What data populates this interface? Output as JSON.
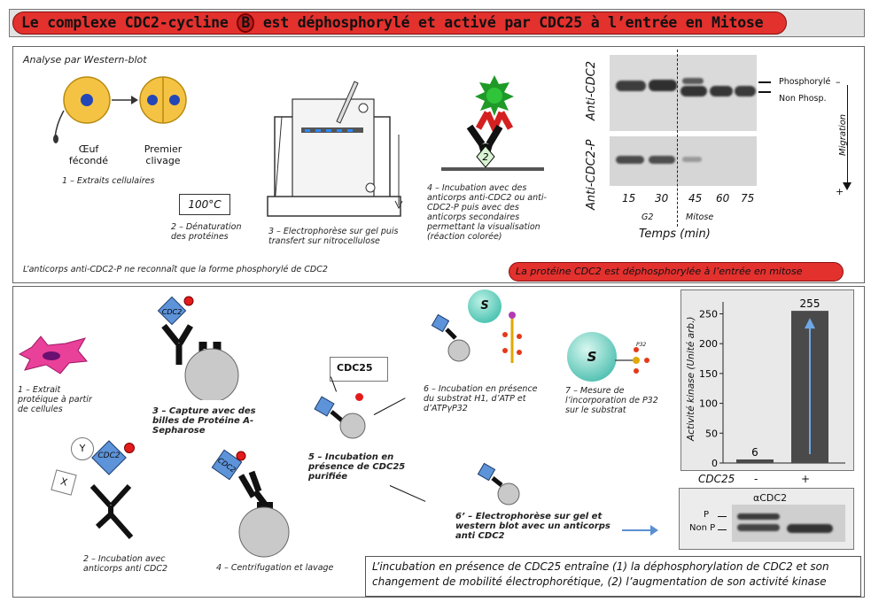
{
  "title": "Le complexe CDC2-cycline B est déphosphorylé et activé par CDC25 à l’entrée en Mitose",
  "top_panel": {
    "method_label": "Analyse par Western-blot",
    "egg_label": "Œuf fécondé",
    "cleavage_label": "Premier clivage",
    "step1": "1 – Extraits cellulaires",
    "temp_box": "100°C",
    "step2": "2 – Dénaturation des protéines",
    "step3": "3 – Electrophorèse sur gel puis transfert sur nitrocellulose",
    "step4": "4 – Incubation avec des anticorps anti-CDC2 ou anti-CDC2-P puis avec des anticorps secondaires permettant la visualisation (réaction colorée)",
    "antibody_note": "L’anticorps anti-CDC2-P ne reconnaît que la forme phosphorylé de CDC2",
    "conclusion": "La protéine CDC2 est déphosphorylée à l’entrée en mitose",
    "blot": {
      "row1_label": "Anti-CDC2",
      "row2_label": "Anti-CDC2-P",
      "band_phospho": "Phosphorylé",
      "band_nonphospho": "Non Phosp.",
      "migration": "Migration",
      "minus_sign": "–",
      "plus_sign": "+",
      "times": [
        "15",
        "30",
        "45",
        "60",
        "75"
      ],
      "phase_g2": "G2",
      "phase_mitose": "Mitose",
      "xlabel": "Temps (min)"
    }
  },
  "bottom_panel": {
    "step1": "1 – Extrait protéique à partir de cellules",
    "label_y": "Y",
    "label_x": "X",
    "label_cdc2": "CDC2",
    "step2": "2 – Incubation avec anticorps anti CDC2",
    "step3": "3 – Capture avec des billes de Protéine A-Sepharose",
    "step4": "4 – Centrifugation et lavage",
    "cdc25_label": "CDC25",
    "step5": "5 – Incubation en présence de CDC25 purifiée",
    "substrate": "S",
    "p32": "P32",
    "step6": "6 – Incubation en présence du substrat H1, d’ATP et d’ATPγP32",
    "step7": "7 – Mesure de l’incorporation de P32 sur le substrat",
    "step6b": "6’ – Electrophorèse sur gel et western blot avec un anticorps anti CDC2",
    "conclusion": "L’incubation en présence de CDC25 entraîne (1) la déphosphorylation de CDC2 et son changement de mobilité électrophorétique, (2) l’augmentation de son activité kinase",
    "blot2": {
      "title": "αCDC2",
      "label_p": "P",
      "label_nonp": "Non P"
    }
  },
  "chart_data": {
    "type": "bar",
    "categories": [
      "-",
      "+"
    ],
    "values": [
      6,
      255
    ],
    "value_labels": [
      "6",
      "255"
    ],
    "ylabel": "Activité kinase (Unité arb.)",
    "xlabel": "CDC25",
    "ylim": [
      0,
      270
    ],
    "yticks": [
      0,
      50,
      100,
      150,
      200,
      250
    ],
    "ytick_labels": [
      "0",
      "50",
      "100",
      "150",
      "200",
      "250"
    ],
    "bar_color": "#4a4a4a"
  }
}
